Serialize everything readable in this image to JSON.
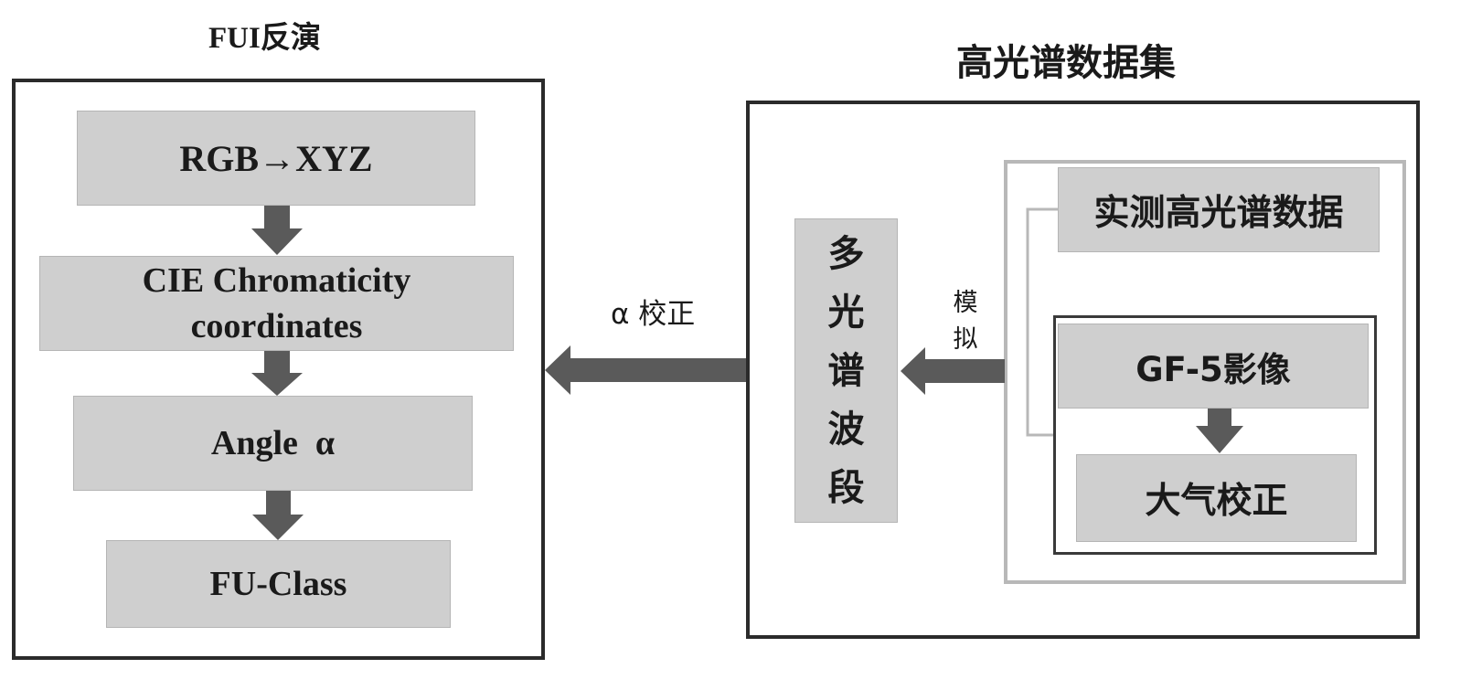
{
  "left_panel": {
    "title": "FUI反演",
    "steps": [
      "RGB→XYZ",
      "CIE Chromaticity",
      "coordinates",
      "Angle  α",
      "FU-Class"
    ]
  },
  "right_panel": {
    "title": "高光谱数据集",
    "multiband_chars": [
      "多",
      "光",
      "谱",
      "波",
      "段"
    ],
    "measured_data": "实测高光谱数据",
    "gf5_image": "GF-5影像",
    "atmo_correction": "大气校正",
    "simulate_chars": [
      "模",
      "拟"
    ]
  },
  "connector": {
    "alpha_correction": "α 校正"
  },
  "colors": {
    "box_fill": "#cfcfcf",
    "arrow": "#5a5a5a",
    "frame_dark": "#2b2b2b",
    "frame_light": "#b8b8b8"
  }
}
